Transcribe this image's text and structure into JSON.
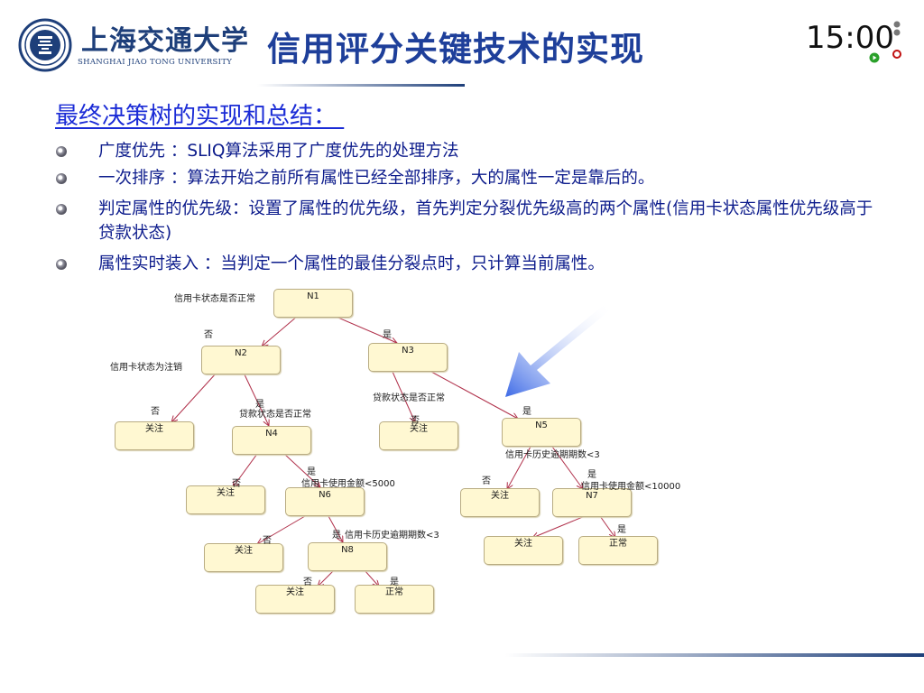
{
  "header": {
    "logo_cn": "上海交通大学",
    "logo_en": "SHANGHAI JIAO TONG UNIVERSITY",
    "title": "信用评分关键技术的实现",
    "clock": "15:00"
  },
  "subtitle": "最终决策树的实现和总结： ",
  "bullets": [
    "广度优先 ：SLIQ算法采用了广度优先的处理方法",
    "一次排序 ：算法开始之前所有属性已经全部排序，大的属性一定是靠后的。",
    "判定属性的优先级：设置了属性的优先级，首先判定分裂优先级高的两个属性(信用卡状态属性优先级高于贷款状态)",
    "属性实时装入 ：当判定一个属性的最佳分裂点时，只计算当前属性。"
  ],
  "tree": {
    "nodes": {
      "n1": "N1",
      "n2": "N2",
      "n3": "N3",
      "n4": "N4",
      "n5": "N5",
      "n6": "N6",
      "n7": "N7",
      "n8": "N8",
      "leaf_a": "关注",
      "leaf_b": "关注",
      "leaf_c": "关注",
      "leaf_d": "关注",
      "leaf_e": "关注",
      "leaf_f": "关注",
      "leaf_g": "关注",
      "leaf_h": "正常",
      "leaf_i": "正常"
    },
    "conditions": {
      "n1": "信用卡状态是否正常",
      "n2": "信用卡状态为注销",
      "n4": "贷款状态是否正常",
      "n3": "贷款状态是否正常",
      "n5": "信用卡历史逾期期数<3",
      "n6": "信用卡使用金额<5000",
      "n7": "信用卡使用金额<10000",
      "n8": "信用卡历史逾期期数<3"
    },
    "no": "否",
    "yes": "是"
  },
  "colors": {
    "title": "#1e3f9a",
    "subtitle": "#1a2bd6",
    "bullet_text": "#0d1c8c",
    "node_fill": "#fff8d2",
    "edge": "#b0304a",
    "arrow": "#4a78e8"
  }
}
